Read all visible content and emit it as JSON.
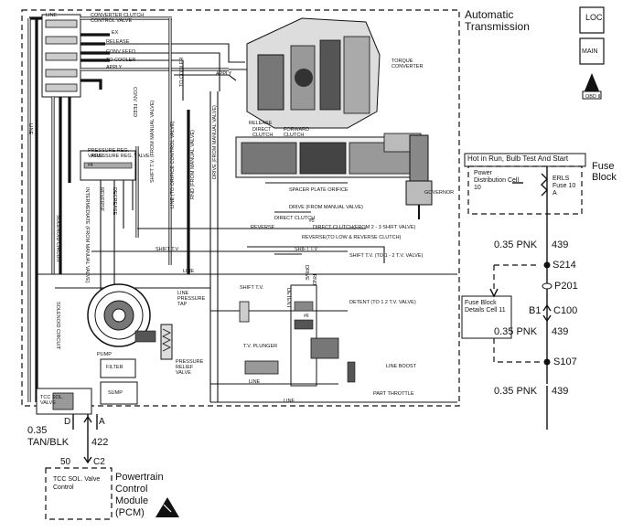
{
  "title": "Automatic Transmission",
  "icons": {
    "loc": "LOC",
    "main": "MAIN",
    "obd": "OBD II"
  },
  "hydraulic_labels": {
    "line_top": "LINE",
    "converter_clutch_valve": "CONVERTER CLUTCH CONTROL VALVE",
    "ex": "EX",
    "release": "RELEASE",
    "conv_feed": "CONV FEED",
    "to_cooler": "TO COOLER",
    "apply": "APPLY",
    "apply2": "APPLY",
    "torque_converter": "TORQUE CONVERTER",
    "conv_feed_vert": "CONV. FEED",
    "to_cooler_vert": "TO COOLER",
    "release2": "RELEASE",
    "direct_clutch": "DIRECT CLUTCH",
    "forward_clutch": "FORWARD CLUTCH",
    "pressure_reg_valve": "PRESSURE REG. VALVE",
    "shift_tv_manual": "SHIFT T.V. (FROM MANUAL VALVE)",
    "line_orifice": "LINE (TO ORIFICE CONTROL VALVE)",
    "drive_manual": "DRIVE (FROM MANUAL VALVE)",
    "rnd_manual": "RND (FROM MANUAL VALVE)",
    "spacer_plate_orifice": "SPACER PLATE ORIFICE",
    "drive_from_manual": "DRIVE (FROM MANUAL VALVE)",
    "governor": "GOVERNOR",
    "direct_clutch2": "DIRECT CLUTCH",
    "reverse": "REVERSE",
    "direct_clutch_23": "DIRECT CLUTCH(FROM 2 - 3 SHIFT VALVE)",
    "reverse_low": "REVERSE(TO LOW & REVERSE CLUTCH)",
    "shift_tv": "SHIFT T.V",
    "shift_tv_12": "SHIFT T.V. (TO 1 - 2 T.V. VALVE)",
    "shift_tv3": "SHIFT T.V",
    "shift_tv4": "SHIFT T.V.",
    "line_pressure_tap": "LINE PRESSURE TAP",
    "detent": "DETENT (TO 1  2 T.V. VALVE)",
    "pump": "PUMP",
    "filter": "FILTER",
    "sump": "SUMP",
    "pressure_relief": "PRESSURE RELIEF VALVE",
    "tv_plunger": "T.V. PLUNGER",
    "line_boost": "LINE BOOST",
    "part_throttle": "PART THROTTLE",
    "line_bottom": "LINE",
    "solenoid_circuit": "SOLENOID CIRCUIT",
    "solenoid_circuit2": "SOLENOID CIRCUIT",
    "line_vert": "LINE",
    "intermediate": "INTERMEDIATE (FROM MANUAL VALVE)",
    "reverse_vert": "REVERSE",
    "decrease": "DECREASE",
    "tcc_sol_valve": "TCC SOL. VALVE",
    "drive_vert": "DRIVE",
    "detent_vert": "DETENT",
    "rnd_vert": "RND",
    "num4": "#4",
    "num5": "#5",
    "num6": "#6",
    "line_mid": "LINE",
    "line_low": "LINE"
  },
  "power": {
    "hot_label": "Hot in Run, Bulb Test And Start",
    "fuse_block": "Fuse Block",
    "power_distribution": "Power Distribution Cell 10",
    "erls_fuse": "ERLS Fuse 10 A",
    "wire1": "0.35 PNK",
    "wire1_circuit": "439",
    "s214": "S214",
    "p201": "P201",
    "fuse_block_details": "Fuse Block Details Cell 11",
    "b1": "B1",
    "c100": "C100",
    "wire2": "0.35 PNK",
    "wire2_circuit": "439",
    "s107": "S107",
    "wire3": "0.35 PNK",
    "wire3_circuit": "439"
  },
  "solenoid": {
    "d": "D",
    "a": "A",
    "wire": "0.35 TAN/BLK",
    "circuit": "422",
    "pin": "50",
    "connector": "C2"
  },
  "pcm": {
    "box_text": "TCC SOL. Valve Control",
    "name": "Powertrain Control Module (PCM)"
  }
}
